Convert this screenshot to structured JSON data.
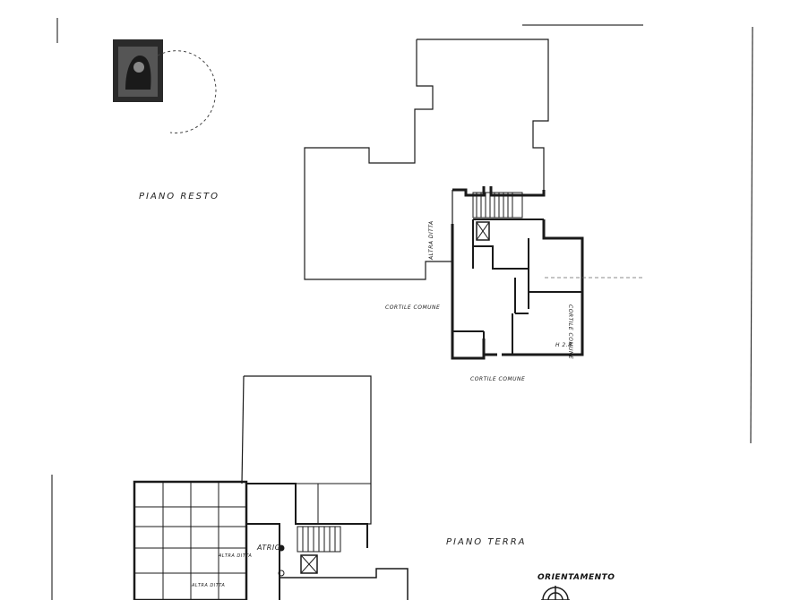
{
  "document": {
    "type": "floor plan (planimetria catastale)",
    "floors": [
      {
        "name": "PIANO RESTO"
      },
      {
        "name": "PIANO TERRA"
      }
    ],
    "annotations": {
      "cortile_comune_left": "CORTILE COMUNE",
      "cortile_comune_bottom": "CORTILE COMUNE",
      "cortile_comune_right": "CORTILE COMUNE",
      "altra_ditta": "ALTRA DITTA",
      "height": "H 2.8",
      "atrio": "ATRIO",
      "altra_ditta_small": "ALTRA DITTA",
      "altra_ditta_small_2": "ALTRA DITTA",
      "orientamento": "ORIENTAMENTO"
    },
    "stamp": {
      "description": "revenue stamp (marca da bollo)"
    },
    "colors": {
      "ink": "#1a1a1a",
      "paper": "#ffffff"
    }
  }
}
